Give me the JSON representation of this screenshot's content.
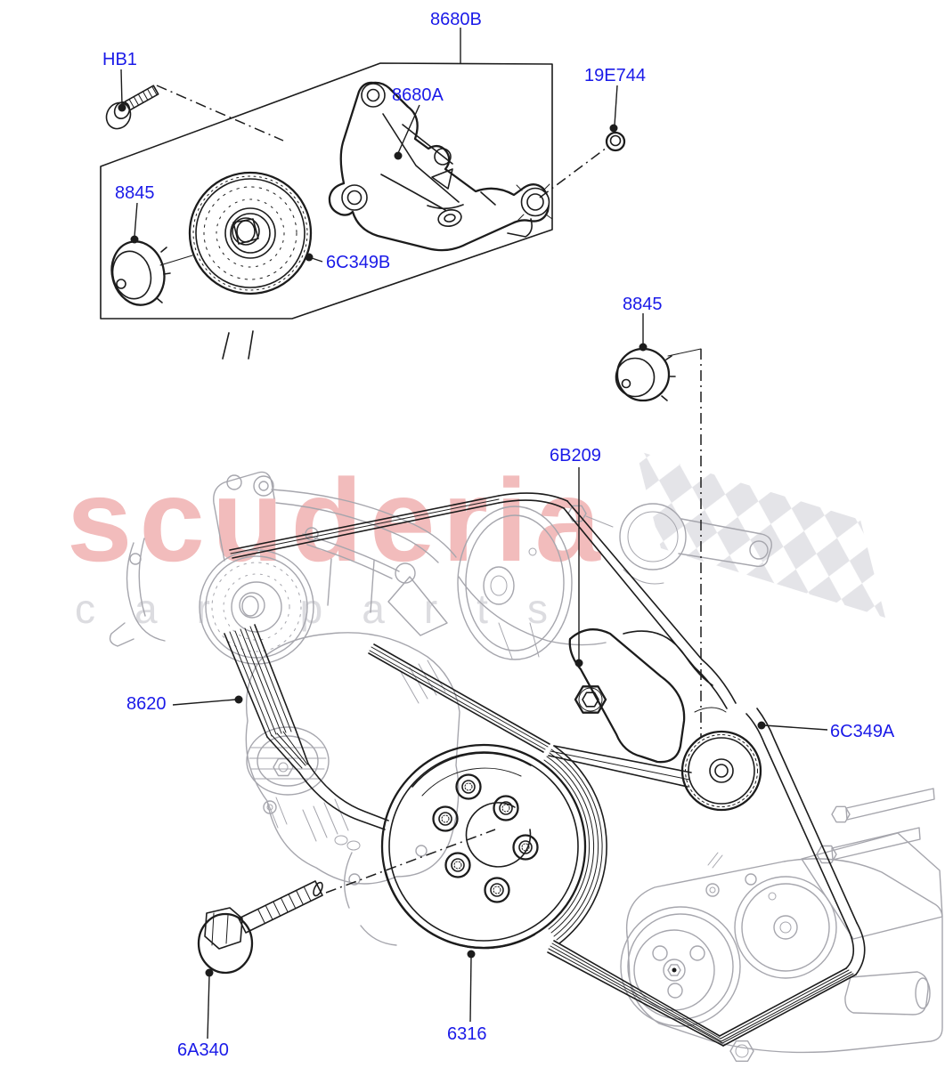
{
  "watermark": {
    "brand": "scuderia",
    "subtitle": "car parts"
  },
  "colors": {
    "label_blue": "#1a1ae8",
    "line_black": "#1c1c1c",
    "line_gray": "#a6a6ad",
    "watermark_pink": "#f2bcbc",
    "watermark_gray": "#dcdce0",
    "flag_gray": "#e4e4e8"
  },
  "part_labels": [
    {
      "id": "HB1",
      "text": "HB1"
    },
    {
      "id": "8680B",
      "text": "8680B"
    },
    {
      "id": "8680A",
      "text": "8680A"
    },
    {
      "id": "19E744",
      "text": "19E744"
    },
    {
      "id": "8845-left",
      "text": "8845"
    },
    {
      "id": "6C349B",
      "text": "6C349B"
    },
    {
      "id": "8845-right",
      "text": "8845"
    },
    {
      "id": "6B209",
      "text": "6B209"
    },
    {
      "id": "8620",
      "text": "8620"
    },
    {
      "id": "6C349A",
      "text": "6C349A"
    },
    {
      "id": "6A340",
      "text": "6A340"
    },
    {
      "id": "6316",
      "text": "6316"
    }
  ]
}
